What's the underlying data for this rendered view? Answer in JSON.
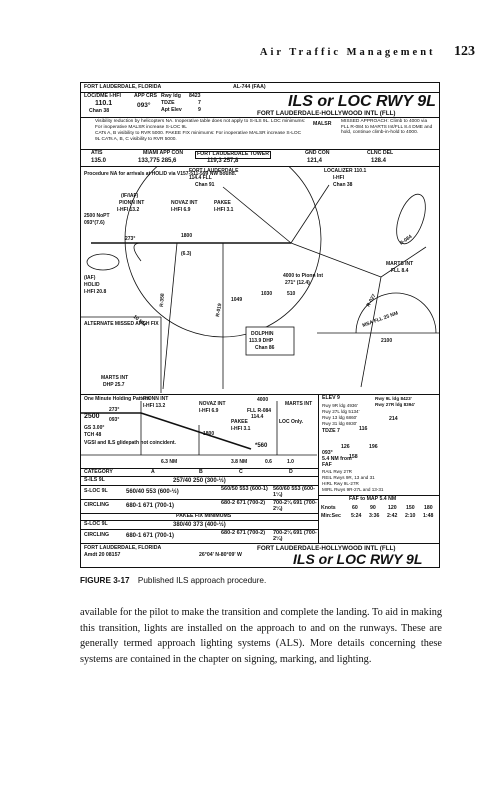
{
  "header": {
    "running_title": "Air Traffic Management",
    "page_number": "123"
  },
  "chart": {
    "top_left": "FORT LAUDERDALE, FLORIDA",
    "al_number": "AL-744 (FAA)",
    "loc_dme": "LOC/DME I-HFI",
    "loc_freq": "110.1",
    "loc_chan": "Chan 38",
    "app_crs_label": "APP CRS",
    "app_crs": "093°",
    "rwy_ldg_label": "Rwy ldg",
    "rwy_ldg": "8423",
    "tdze_label": "TDZE",
    "tdze": "7",
    "apt_elev_label": "Apt Elev",
    "apt_elev": "9",
    "title": "ILS or LOC RWY 9L",
    "airport": "FORT LAUDERDALE-HOLLYWOOD INTL (FLL)",
    "notes_1": "Visibility reduction by helicopters NA. Inoperative table does not apply to S-ILS 9L. LOC minimums: For inoperative MALSR increase S-LOC 9L",
    "notes_2": "CATs A, B visibility to RVR 5000. PAKEE FIX minimums: For inoperative MALSR increase S-LOC 9L CATs A, B, C visibility to RVR 5000.",
    "malsr": "MALSR",
    "missed": "MISSED APPROACH: Climb to 4000 via FLL R-084 to MARTS Int/FLL 8.4 DME and hold, continue climb-in-hold to 4000.",
    "comms": [
      {
        "label": "ATIS",
        "value": "135.0"
      },
      {
        "label": "MIAMI APP CON",
        "value": "133,775 285,6"
      },
      {
        "label": "FORT LAUDERDALE TOWER",
        "value": "119,3 257,8"
      },
      {
        "label": "GND CON",
        "value": "121,4"
      },
      {
        "label": "CLNC DEL",
        "value": "128.4"
      }
    ],
    "plan_texts": {
      "procedure_na": "Procedure NA for arrivals at HOLID via V157-511-599 NW bound.",
      "fll_vor": "FORT LAUDERDALE",
      "fll_freq": "114.4 FLL",
      "fll_chan": "Chan 91",
      "localizer": "LOCALIZER 110.1",
      "lctr": "I-HFI",
      "lctr_chan": "Chan 38",
      "if_iaf": "(IF/IAF)",
      "pionn": "PIONN INT",
      "pionn_dme": "I-HFI 13.2",
      "novaz": "NOVAZ INT",
      "novaz_dme": "I-HFI 6.9",
      "pakee": "PAKEE",
      "pakee_dme": "I-HFI 3.1",
      "nopt": "2500 NoPT",
      "nopt_crs": "093°(7.6)",
      "crs_273": "273°",
      "alt_1800": "1800",
      "dist_63": "(6.3)",
      "iaf": "(IAF)",
      "holid": "HOLID",
      "holid_dme": "I-HFI 20.8",
      "marts": "MARTS INT",
      "marts_dme": "FLL 8.4",
      "r352": "R-352",
      "r358": "R-358",
      "r019": "R-019",
      "r084": "R-084",
      "r027": "R-027",
      "alt_4000": "4000 to Pionn Int",
      "pionn_crs": "271° (12.4)",
      "ob_1049": "1049",
      "ob_1030": "1030",
      "ob_510": "510",
      "ten_nm": "10 NM",
      "msa": "MSA FLL 25 NM",
      "msa_alt": "2100",
      "alt_missed": "ALTERNATE MISSED APCH FIX",
      "dhp": "DOLPHIN",
      "dhp_freq": "113.9 DHP",
      "dhp_chan": "Chan 86",
      "marts_dhp": "MARTS INT",
      "marts_dhp_dme": "DHP 25.7"
    },
    "profile_texts": {
      "holding": "One Minute Holding Pattern",
      "pionn": "PIONN INT",
      "pionn_dme": "I-HFI 13.2",
      "novaz": "NOVAZ INT",
      "novaz_dme": "I-HFI 6.9",
      "alt_2500": "2500",
      "crs_273": "273°",
      "crs_093": "093°",
      "gs": "GS 3.00°",
      "tch": "TCH 48",
      "vgsi": "VGSI and ILS glidepath not coincident.",
      "alt_1800": "1800",
      "pakee": "PAKEE",
      "pakee_dme": "I-HFI 3.1",
      "loc_only": "LOC Only.",
      "alt_560": "*560",
      "d_63": "6.3 NM",
      "d_38": "3.8 NM",
      "d_06": "0.6",
      "d_10": "1.0",
      "alt_4000": "4000",
      "marts": "MARTS INT",
      "fll_r084": "FLL R-084",
      "fll_114": "114.4"
    },
    "airport_diagram": {
      "elev": "ELEV 9",
      "rwy9l": "Rwy 9L ldg 8423'",
      "rwy27r": "Rwy 27R ldg 8394'",
      "rwy9r": "Rwy 9R ldg 4936'",
      "rwy27l": "Rwy 27L ldg 5134'",
      "rwy13": "Rwy 13 ldg 6860'",
      "rwy31": "Rwy 31 ldg 6930'",
      "tdze": "TDZE 7",
      "rail": "RAIL Rwy 27R",
      "reil": "REIL Rwys 9R, 13 and 31",
      "hirl": "HIRL Rwy 9L-27R",
      "mirl": "MIRL Rwys 9R-27L and 13-31",
      "from_faf": "5.4 NM from FAF",
      "ob_214": "214",
      "ob_116": "116",
      "ob_126": "126",
      "ob_196": "196",
      "ob_158": "158",
      "crs_093": "093°"
    },
    "minima_header": [
      "CATEGORY",
      "A",
      "B",
      "C",
      "D"
    ],
    "minima_rows": [
      {
        "label": "S-ILS 9L",
        "a": "257/40   250 (300-½)",
        "b": "",
        "c": "",
        "d": ""
      },
      {
        "label": "S-LOC 9L",
        "a": "560/40   553 (600-½)",
        "b": "",
        "c": "560/50  553 (600-1)",
        "d": "560/60  553 (600-1¼)"
      },
      {
        "label": "CIRCLING",
        "a": "680-1   671 (700-1)",
        "b": "",
        "c": "680-2  671 (700-2)",
        "d": "700-2¼  691 (700-2¼)"
      },
      {
        "label": "PAKEE FIX MINIMUMS",
        "a": "",
        "b": "",
        "c": "",
        "d": ""
      },
      {
        "label": "S-LOC 9L",
        "a": "380/40   373 (400-½)",
        "b": "",
        "c": "",
        "d": ""
      },
      {
        "label": "CIRCLING",
        "a": "680-1   671 (700-1)",
        "b": "",
        "c": "680-2  671 (700-2)",
        "d": "700-2¼  691 (700-2¼)"
      }
    ],
    "faf_to_map": "FAF to MAP 5.4 NM",
    "knots_label": "Knots",
    "knots": [
      "60",
      "90",
      "120",
      "150",
      "180"
    ],
    "minsec_label": "Min:Sec",
    "minsec": [
      "5:24",
      "3:36",
      "2:42",
      "2:10",
      "1:48"
    ],
    "bottom_left": "FORT LAUDERDALE, FLORIDA",
    "amdt": "Amdt 20  08157",
    "coords": "26°04' N-80°09' W",
    "bottom_airport": "FORT LAUDERDALE-HOLLYWOOD INTL (FLL)",
    "bottom_title": "ILS or LOC RWY 9L"
  },
  "figure": {
    "label": "FIGURE 3-17",
    "caption": "Published ILS approach procedure."
  },
  "body_text": "available for the pilot to make the transition and complete the landing. To aid in making this transition, lights are installed on the approach to and on the runways. These are generally termed approach lighting systems (ALS). More details concerning these systems are contained in the chapter on signing, marking, and lighting."
}
